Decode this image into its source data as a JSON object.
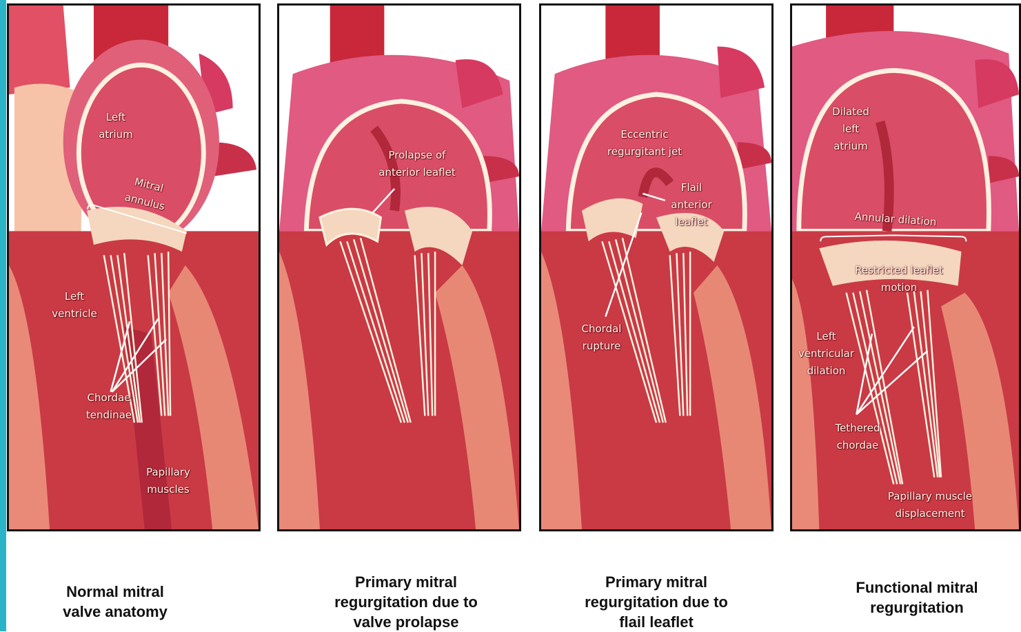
{
  "colors": {
    "accent": "#2bb3c8",
    "muscle": "#c93a45",
    "atrium": "#e0607a",
    "chordae": "#fff3e0",
    "border": "#111111"
  },
  "panels": [
    {
      "labels": {
        "a": "Left\natrium",
        "b": "Mitral\nannulus",
        "c": "Left\nventricle",
        "d": "Chordae\ntendinae",
        "e": "Papillary\nmuscles"
      },
      "caption": "Normal mitral\nvalve anatomy"
    },
    {
      "labels": {
        "a": "Prolapse of\nanterior leaflet"
      },
      "caption": "Primary mitral\nregurgitation due to\nvalve prolapse"
    },
    {
      "labels": {
        "a": "Eccentric\nregurgitant jet",
        "b": "Flail\nanterior\nleaflet",
        "c": "Chordal\nrupture"
      },
      "caption": "Primary mitral\nregurgitation due to\nflail leaflet"
    },
    {
      "labels": {
        "a": "Dilated\nleft\natrium",
        "b": "Annular dilation",
        "c": "Restricted leaflet\nmotion",
        "d": "Left\nventricular\ndilation",
        "e": "Tethered\nchordae",
        "f": "Papillary muscle\ndisplacement"
      },
      "caption": "Functional mitral\nregurgitation"
    }
  ]
}
